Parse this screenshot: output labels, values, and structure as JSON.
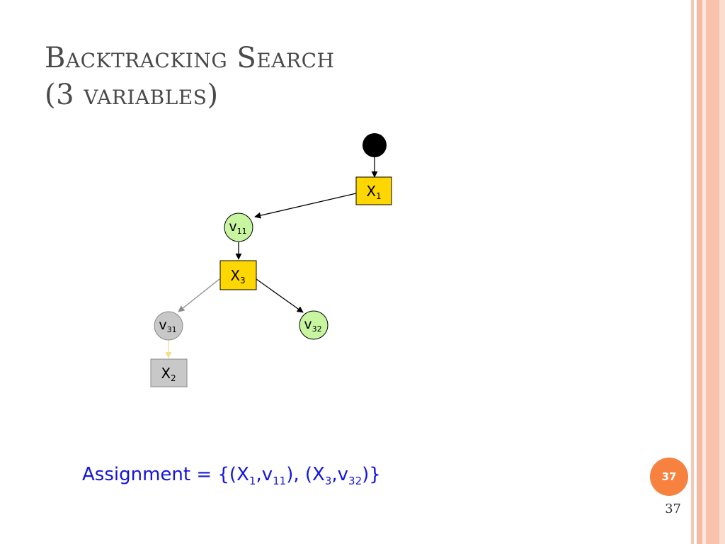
{
  "slide": {
    "title_line1": "Backtracking Search",
    "title_line2": "(3 variables)",
    "badge_number": "37",
    "page_number": "37"
  },
  "tree": {
    "nodes": {
      "x1": {
        "main": "X",
        "sub": "1"
      },
      "v11": {
        "main": "v",
        "sub": "11"
      },
      "x3": {
        "main": "X",
        "sub": "3"
      },
      "v31": {
        "main": "v",
        "sub": "31"
      },
      "v32": {
        "main": "v",
        "sub": "32"
      },
      "x2": {
        "main": "X",
        "sub": "2"
      }
    }
  },
  "assignment": {
    "prefix": "Assignment = {(X",
    "s1": "1",
    "t1": ",v",
    "s2": "11",
    "t2": "), (X",
    "s3": "3",
    "t3": ",v",
    "s4": "32",
    "t4": ")}"
  },
  "colors": {
    "variable_box": "#ffd700",
    "value_circle": "#c8f5a0",
    "pruned_gray": "#c8c8c8",
    "assignment_text": "#1414dd",
    "badge": "#f7813f"
  }
}
